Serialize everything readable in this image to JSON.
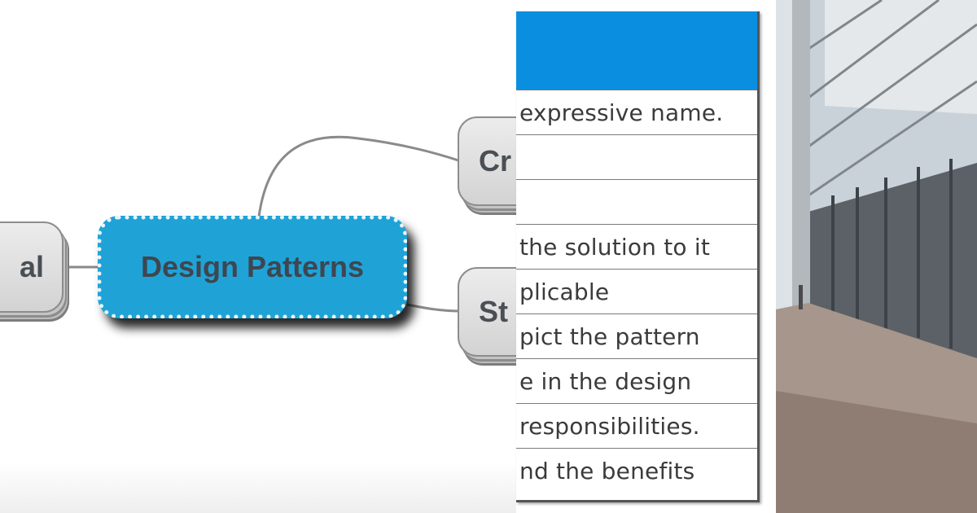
{
  "mindmap": {
    "left_node": "al",
    "main_node": "Design Patterns",
    "top_right_node": "Cr",
    "bottom_right_node": "St",
    "colors": {
      "main": "#1fa3d7",
      "node": "#d9d9d9",
      "link": "#8a8a8a"
    }
  },
  "table": {
    "header_color": "#0a8fe0",
    "rows": [
      {
        "text": "expressive name."
      },
      {
        "text": ""
      },
      {
        "text": ""
      },
      {
        "text": " the solution to it"
      },
      {
        "text": "plicable"
      },
      {
        "text": "pict the pattern"
      },
      {
        "text": "e in the design"
      },
      {
        "text": "responsibilities."
      },
      {
        "text": "nd the benefits"
      }
    ]
  },
  "photo": {
    "subject": "street-building-photo"
  }
}
